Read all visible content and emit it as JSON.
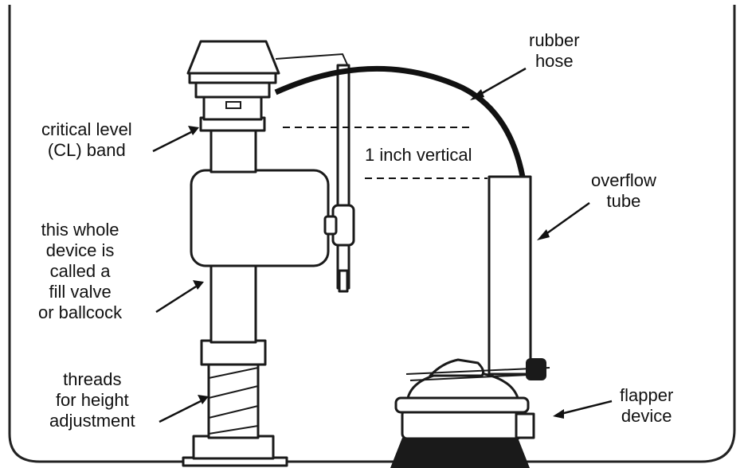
{
  "labels": {
    "rubber_hose": [
      "rubber",
      "hose"
    ],
    "critical_level": [
      "critical level",
      "(CL) band"
    ],
    "vertical": "1 inch vertical",
    "overflow_tube": [
      "overflow",
      "tube"
    ],
    "fill_valve": [
      "this whole",
      "device is",
      "called a",
      "fill valve",
      "or ballcock"
    ],
    "threads": [
      "threads",
      "for height",
      "adjustment"
    ],
    "flapper": [
      "flapper",
      "device"
    ]
  }
}
